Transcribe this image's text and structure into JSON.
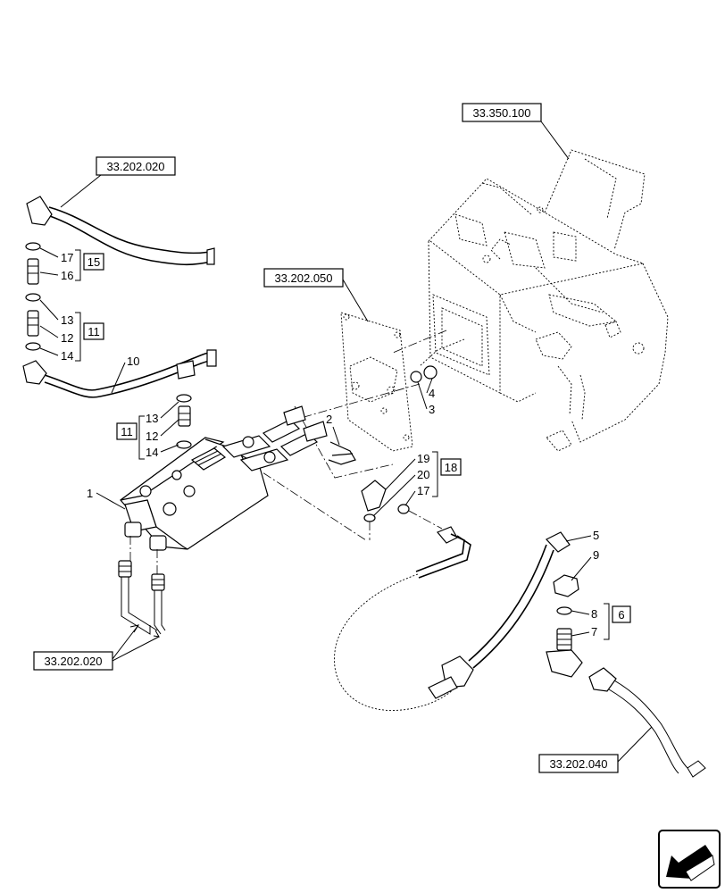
{
  "references": {
    "ref_top_left": "33.202.020",
    "ref_cab": "33.350.100",
    "ref_plate": "33.202.050",
    "ref_bottom_left": "33.202.020",
    "ref_bottom_right": "33.202.040"
  },
  "callouts": {
    "c1": "1",
    "c2": "2",
    "c3": "3",
    "c4": "4",
    "c5": "5",
    "c7": "7",
    "c8": "8",
    "c9": "9",
    "c10": "10",
    "c12a": "12",
    "c12b": "12",
    "c13a": "13",
    "c13b": "13",
    "c14a": "14",
    "c14b": "14",
    "c16": "16",
    "c17a": "17",
    "c17b": "17",
    "c19": "19",
    "c20": "20"
  },
  "kits": {
    "k15": "15",
    "k11a": "11",
    "k11b": "11",
    "k18": "18",
    "k6": "6"
  }
}
